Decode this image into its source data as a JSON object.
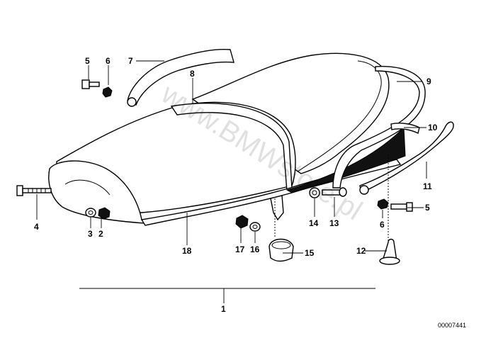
{
  "callouts": {
    "c1": "1",
    "c2": "2",
    "c3": "3",
    "c4": "4",
    "c5a": "5",
    "c5b": "5",
    "c6a": "6",
    "c6b": "6",
    "c7": "7",
    "c8": "8",
    "c9": "9",
    "c10": "10",
    "c11": "11",
    "c12": "12",
    "c13": "13",
    "c14": "14",
    "c15": "15",
    "c16": "16",
    "c17": "17",
    "c18": "18"
  },
  "watermark": "www.BMWstore.pl",
  "document_id": "00007441"
}
